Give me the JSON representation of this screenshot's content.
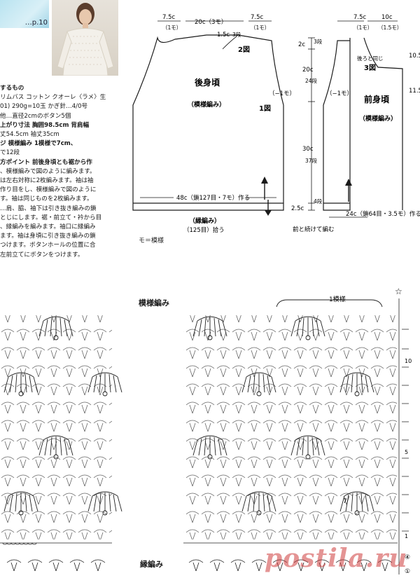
{
  "header": {
    "page_ref": "…p.10"
  },
  "notes": [
    "するもの",
    "リムバス コットン クオーレ〈ラメ〉生",
    "01) 290g=10玉 かぎ針…4/0号",
    "他…直径2cmのボタン5個",
    "上がり寸法 胸囲98.5cm 背肩幅",
    "丈54.5cm 袖丈35cm",
    "ジ 模様編み 1模様で7cm、",
    "で12段",
    "方ポイント 前後身頃とも裾から作",
    "、模様編みで図のように編みます。",
    "は左右対称に2枚編みます。袖は袖",
    "作り目をし、模様編みで図のように",
    "す。袖は同じものを2枚編みます。",
    "…肩、脇、袖下は引き抜き編みの鎖",
    "とじにします。裾・前立て・衿から目",
    "、縁編みを編みます。袖口に縁編み",
    "ます。袖は身頃に引き抜き編みの鎖",
    "つけます。ボタンホールの位置に合",
    "左前立てにボタンをつけます。"
  ],
  "back_panel": {
    "title": "後身頃",
    "subtitle": "（模様編み）",
    "top_left": {
      "value": "7.5c",
      "sub": "（1モ）"
    },
    "top_center": "20c（3モ）",
    "top_right": {
      "value": "7.5c",
      "sub": "（1モ）"
    },
    "shoulder_step": "1.5c",
    "shoulder_step_rows": "3段",
    "shoulder_fig": "2図",
    "armhole_fig": "1図",
    "armhole_dec": "（−1モ）",
    "hem_cast_on": "48c（鎖127目・7モ）作る",
    "edge_label": "（縁編み）",
    "pickup_label": "（125目）拾う"
  },
  "vertical_dims": {
    "top": {
      "value": "2c",
      "rows": "3段"
    },
    "middle": {
      "value": "20c",
      "rows": "24段"
    },
    "bottom": {
      "value": "30c",
      "rows": "37段"
    },
    "edge": {
      "value": "2.5c",
      "rows": "4段"
    }
  },
  "front_panel": {
    "title": "前身頃",
    "subtitle": "（模様編み）",
    "top_left": {
      "value": "7.5c",
      "sub": "（1モ）"
    },
    "top_right": {
      "value": "10c",
      "sub": "（1.5モ）"
    },
    "neck_fig": "3図",
    "neck_note": "後ろと同じ",
    "armhole_dec": "（−1モ）",
    "hem_cast_on": "24c（鎖64目・3.5モ）作る",
    "continue_note": "前と続けて編む",
    "side_label_1": "10.5",
    "side_label_2": "11.5"
  },
  "legend": "モ＝模様",
  "pattern": {
    "title": "模様編み",
    "repeat_label": "1模様",
    "start_mark": "☆",
    "row_numbers": [
      "10",
      "5",
      "1"
    ],
    "circled_marks": [
      "④",
      "①"
    ],
    "center_mark": "7"
  },
  "edging_title": "縁編み",
  "watermark": "postila.ru"
}
